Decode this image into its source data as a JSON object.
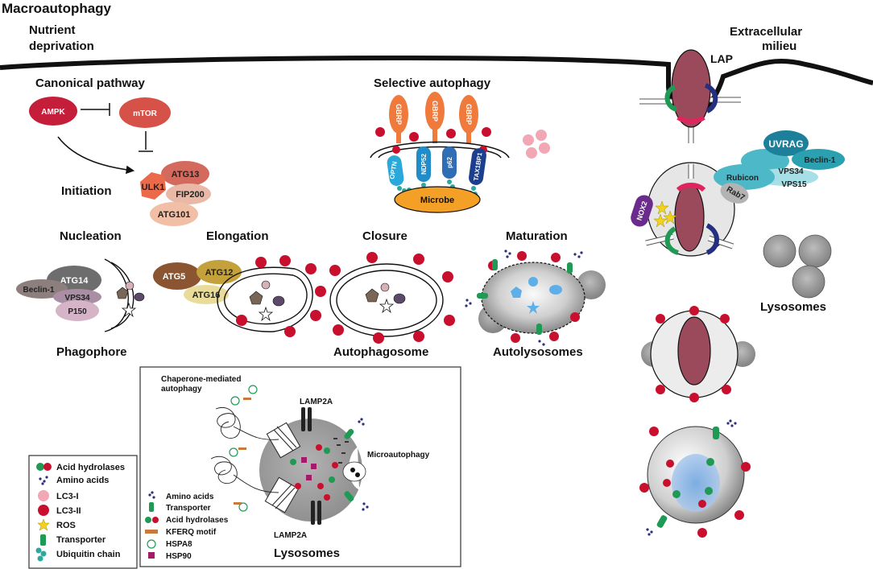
{
  "title": "Macroautophagy",
  "top_labels": {
    "nutrient": "Nutrient\ndeprivation",
    "extracellular": "Extracellular\nmilieu",
    "lap": "LAP"
  },
  "canonical": {
    "heading": "Canonical pathway",
    "ampk": "AMPK",
    "mtor": "mTOR",
    "initiation": "Initiation",
    "ulk1": "ULK1",
    "atg13": "ATG13",
    "fip200": "FIP200",
    "atg101": "ATG101"
  },
  "selective": {
    "heading": "Selective autophagy",
    "gbrp": "GBRP",
    "receptors": [
      "OPTN",
      "NDP52",
      "p62",
      "TAX1BP1"
    ],
    "microbe": "Microbe"
  },
  "stages": {
    "nucleation": "Nucleation",
    "elongation": "Elongation",
    "closure": "Closure",
    "maturation": "Maturation",
    "phagophore": "Phagophore",
    "autophagosome": "Autophagosome",
    "autolysosomes": "Autolysosomes"
  },
  "nucleation_complex": [
    "Beclin-1",
    "ATG14",
    "VPS34",
    "P150"
  ],
  "elongation_complex": [
    "ATG5",
    "ATG12",
    "ATG16"
  ],
  "lap_complex": [
    "UVRAG",
    "Beclin-1",
    "Rubicon",
    "VPS34",
    "VPS15",
    "Rab7",
    "NOX2"
  ],
  "lysosomes_label": "Lysosomes",
  "cma": {
    "title": "Chaperone-mediated\nautophagy",
    "lamp2a_top": "LAMP2A",
    "lamp2a_bottom": "LAMP2A",
    "microautophagy": "Microautophagy",
    "lysosomes": "Lysosomes",
    "legend": [
      "Amino acids",
      "Transporter",
      "Acid hydrolases",
      "KFERQ motif",
      "HSPA8",
      "HSP90"
    ]
  },
  "legend": {
    "items": [
      "Acid hydrolases",
      "Amino acids",
      "LC3-I",
      "LC3-II",
      "ROS",
      "Transporter",
      "Ubiquitin chain"
    ]
  },
  "colors": {
    "lc3ii": "#c8102e",
    "lc3i": "#f2a7b5",
    "transporter": "#1f9a55",
    "ubiquitin": "#2aa99e",
    "gbrp": "#f07a3b",
    "ampk": "#c41e3a",
    "mtor": "#d65148",
    "microbe": "#f4a026",
    "vacuole": "#9b4a5c"
  }
}
